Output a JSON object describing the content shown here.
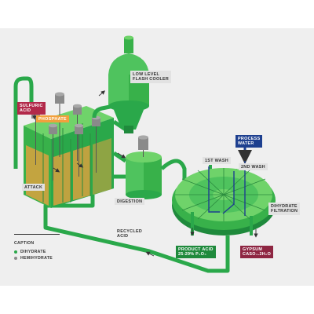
{
  "labels": {
    "flash_cooler": "LOW LEVEL\nFLASH COOLER",
    "sulfuric_acid": "SULFURIC\nACID",
    "phosphate": "PHOSPHATE",
    "attack": "ATTACK",
    "digestion": "DIGESTION",
    "recycled_acid": "RECYCLED\nACID",
    "process_water": "PROCESS\nWATER",
    "first_wash": "1ST WASH",
    "second_wash": "2ND WASH",
    "dihydrate_filtration": "DIHYDRATE\nFILTRATION",
    "product_acid": "PRODUCT ACID\n25-29% P₂O₅",
    "gypsum": "GYPSUM\nCaSO₄.2H₂O"
  },
  "caption": {
    "title": "CAPTION",
    "items": [
      {
        "label": "DIHYDRATE",
        "color": "#2aa84a"
      },
      {
        "label": "HEMIHYDRATE",
        "color": "#8a8a8a"
      }
    ]
  },
  "colors": {
    "green_light": "#4fc35e",
    "green_mid": "#2aa84a",
    "green_dark": "#1f8a3c",
    "orange": "#f2a03d",
    "gray": "#8a8a8a",
    "blue": "#1d3f8f",
    "wine": "#8e2642"
  }
}
